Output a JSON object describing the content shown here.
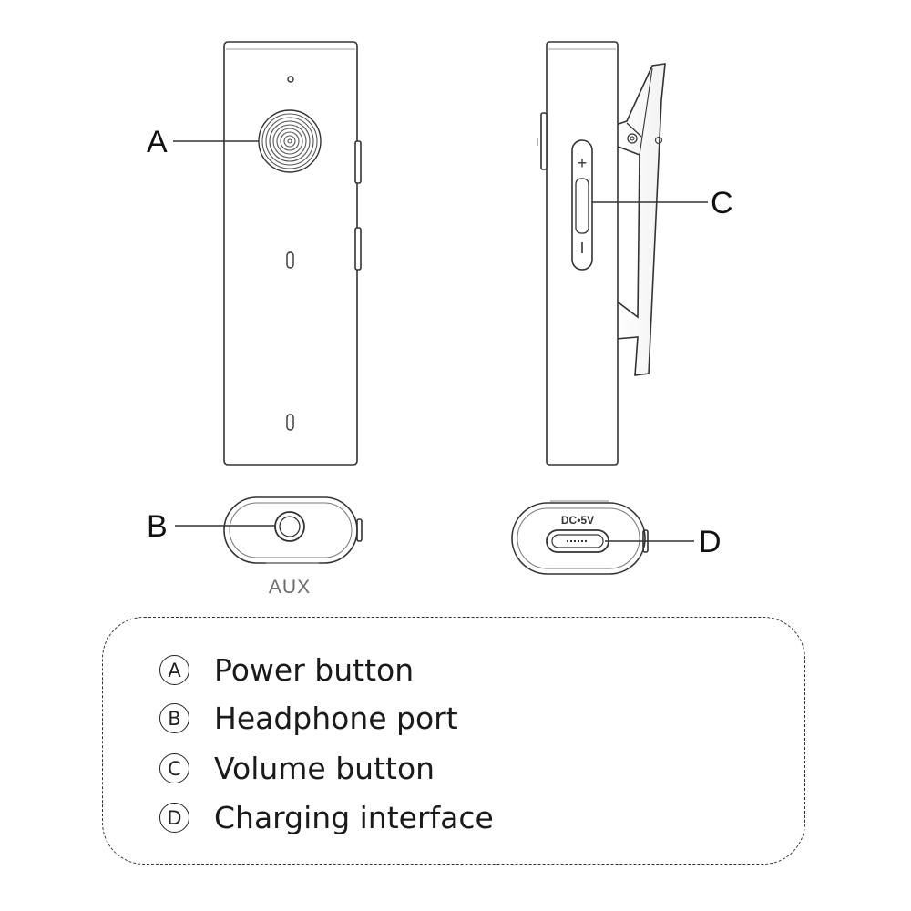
{
  "callouts": {
    "a": "A",
    "b": "B",
    "c": "C",
    "d": "D"
  },
  "ports": {
    "aux_label": "AUX",
    "dc_label": "DC•5V",
    "volume_plus": "+",
    "volume_minus": "−"
  },
  "legend": {
    "items": [
      {
        "key": "A",
        "text": "Power button"
      },
      {
        "key": "B",
        "text": "Headphone port"
      },
      {
        "key": "C",
        "text": "Volume button"
      },
      {
        "key": "D",
        "text": "Charging interface"
      }
    ]
  },
  "colors": {
    "outline": "#333333",
    "grille": "#555555",
    "port_label": "#6b6b6b"
  },
  "icons": {
    "power": "speaker-grille-icon",
    "headphone": "headphone-jack-icon",
    "charging": "usb-c-port-icon"
  }
}
